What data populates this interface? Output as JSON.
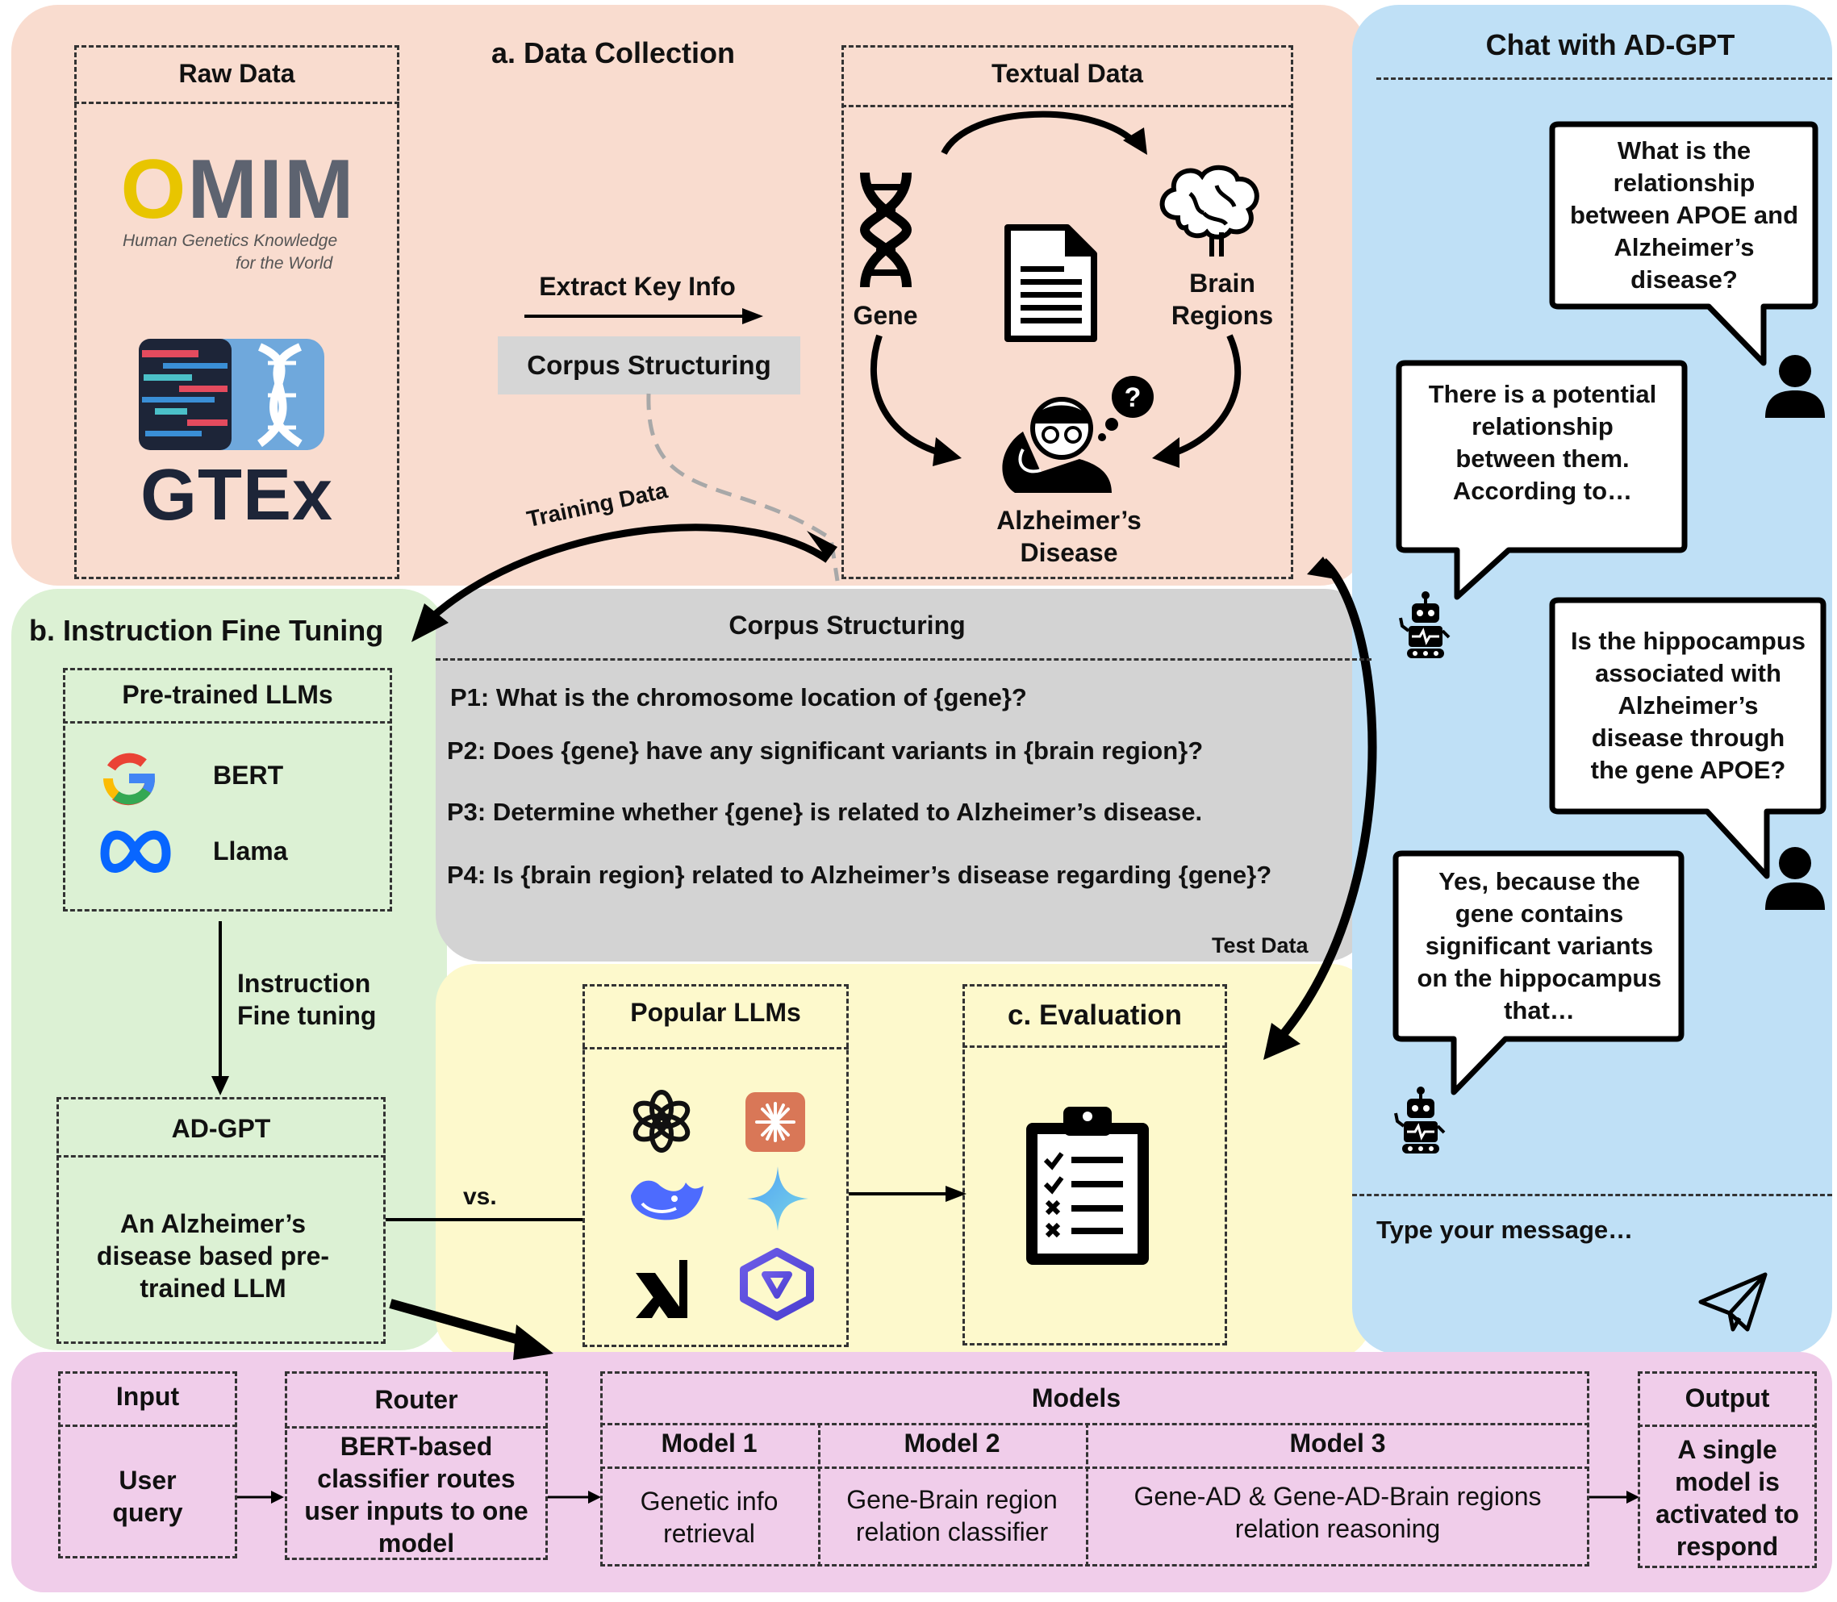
{
  "data_collection": {
    "title": "a. Data Collection",
    "raw_data_title": "Raw Data",
    "omim": {
      "logo_text": "OMIM",
      "tagline_1": "Human Genetics Knowledge",
      "tagline_2": "for the World"
    },
    "gtex": {
      "logo_text": "GTEx"
    },
    "extract_label": "Extract Key Info",
    "corpus_structuring_label": "Corpus Structuring",
    "training_data_label": "Training Data",
    "textual_data_title": "Textual Data",
    "gene_label": "Gene",
    "brain_regions_label_1": "Brain",
    "brain_regions_label_2": "Regions",
    "alzheimers_label_1": "Alzheimer’s",
    "alzheimers_label_2": "Disease"
  },
  "instruction_tuning": {
    "title": "b. Instruction Fine Tuning",
    "pretrained_title": "Pre-trained LLMs",
    "models": [
      {
        "name": "BERT",
        "icon": "google-g-icon"
      },
      {
        "name": "Llama",
        "icon": "meta-infinity-icon"
      }
    ],
    "arrow_label_1": "Instruction",
    "arrow_label_2": "Fine tuning",
    "adgpt_title": "AD-GPT",
    "adgpt_desc_1": "An Alzheimer’s",
    "adgpt_desc_2": "disease based pre-",
    "adgpt_desc_3": "trained LLM"
  },
  "corpus_panel": {
    "title": "Corpus Structuring",
    "prompts": [
      "P1: What is the chromosome location of {gene}?",
      "P2: Does {gene} have any significant variants in {brain region}?",
      "P3: Determine whether {gene} is related to Alzheimer’s disease.",
      "P4: Is {brain region} related to Alzheimer’s disease regarding {gene}?"
    ],
    "test_data_label": "Test Data"
  },
  "evaluation": {
    "popular_title": "Popular LLMs",
    "vs_label": "vs.",
    "popular_icons": [
      "openai-icon",
      "claude-icon",
      "deepseek-icon",
      "gemini-icon",
      "xai-icon",
      "qwen-icon"
    ],
    "title": "c. Evaluation"
  },
  "chat": {
    "title": "Chat with AD-GPT",
    "messages": [
      {
        "role": "user",
        "lines": [
          "What is the",
          "relationship",
          "between APOE and",
          "Alzheimer’s",
          "disease?"
        ]
      },
      {
        "role": "bot",
        "lines": [
          "There is a potential",
          "relationship",
          "between them.",
          "According to…"
        ]
      },
      {
        "role": "user",
        "lines": [
          "Is the hippocampus",
          "associated with",
          "Alzheimer’s",
          "disease through",
          "the gene APOE?"
        ]
      },
      {
        "role": "bot",
        "lines": [
          "Yes, because the",
          "gene contains",
          "significant variants",
          "on the hippocampus",
          "that…"
        ]
      }
    ],
    "input_placeholder": "Type your message…"
  },
  "pipeline": {
    "input_title": "Input",
    "input_body": [
      "User",
      "query"
    ],
    "router_title": "Router",
    "router_body": [
      "BERT-based",
      "classifier routes",
      "user inputs to one",
      "model"
    ],
    "models_title": "Models",
    "model1_title": "Model 1",
    "model1_body": [
      "Genetic info",
      "retrieval"
    ],
    "model2_title": "Model 2",
    "model2_body": [
      "Gene-Brain region",
      "relation classifier"
    ],
    "model3_title": "Model 3",
    "model3_body": [
      "Gene-AD & Gene-AD-Brain regions",
      "relation reasoning"
    ],
    "output_title": "Output",
    "output_body": [
      "A single",
      "model is",
      "activated to",
      "respond"
    ]
  },
  "colors": {
    "data_collection_bg": "#f9dccf",
    "instruction_bg": "#dcf1d4",
    "corpus_bg": "#d3d3d3",
    "evaluation_bg": "#fdf9cc",
    "chat_bg": "#bfe0f6",
    "pipeline_bg": "#f0cdea"
  }
}
